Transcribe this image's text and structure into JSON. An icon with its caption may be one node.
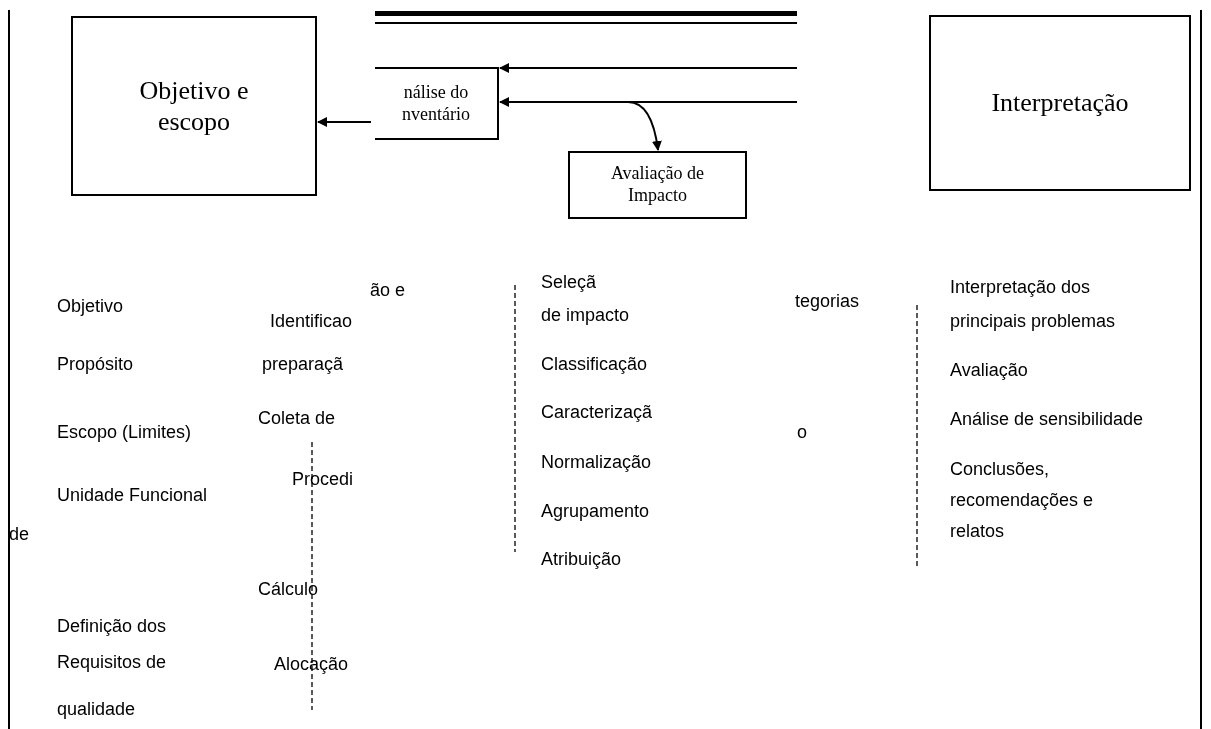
{
  "diagram": {
    "nodes": [
      {
        "text": [
          "Objetivo e escopo"
        ]
      },
      {
        "text": [
          "nálise do nventário"
        ]
      },
      {
        "text": [
          "Avaliação de Impacto"
        ]
      },
      {
        "text": [
          "Interpretação"
        ]
      }
    ],
    "edges": [
      {
        "from": 1,
        "to": 0,
        "arrow": "to"
      },
      {
        "from": null,
        "to": 1,
        "arrow": "to"
      },
      {
        "from": null,
        "to": 1,
        "arrow": "to"
      },
      {
        "from": null,
        "to": 2,
        "arrow": "to"
      }
    ],
    "labels": [
      "ão e",
      "Objetivo",
      "Identificao",
      "Propósito",
      "preparaçã",
      "Coleta de",
      "Escopo (Limites)",
      "Procedi",
      "Unidade Funcional",
      "de",
      "Cálculo",
      "Definição dos",
      "Requisitos de",
      "Alocação",
      "qualidade",
      "Seleçã",
      "de impacto",
      "tegorias",
      "Classificação",
      "Caracterizaçã",
      "o",
      "Normalização",
      "Agrupamento",
      "Atribuição",
      "Interpretação dos",
      "principais problemas",
      "Avaliação",
      "Análise de sensibilidade",
      "Conclusões, recomendações e relatos"
    ]
  }
}
